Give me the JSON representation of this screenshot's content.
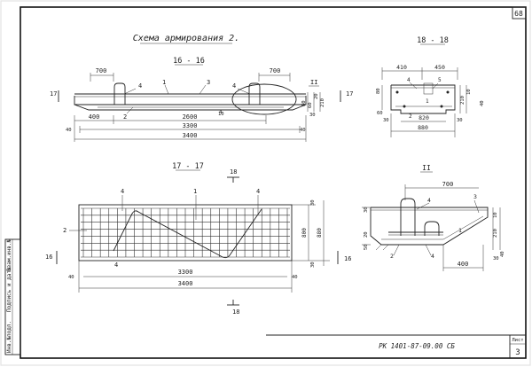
{
  "sheet": {
    "number": "68",
    "doc_code": "РК 1401-87-09.00 СБ",
    "sheet_label": "Лист",
    "sheet_value": "3",
    "side_stamp": [
      "Инв.№подл.",
      "Подпись и дата",
      "Взам.инв.№"
    ]
  },
  "views": {
    "main_title": "Схема армирования 2.",
    "sec_16": "16 - 16",
    "sec_18": "18 - 18",
    "sec_17": "17 - 17",
    "det_II": "II",
    "cut_16": "16",
    "cut_17": "17",
    "cut_18": "18"
  },
  "dims16": {
    "d700a": "700",
    "d700b": "700",
    "d400": "400",
    "d2600": "2600",
    "d3300": "3300",
    "d3400": "3400",
    "d40a": "40",
    "d40b": "40",
    "d10": "10",
    "d80": "80",
    "d60": "60",
    "d20": "20",
    "d30": "30",
    "d210": "210",
    "p1": "1",
    "p2": "2",
    "p3": "3",
    "p4a": "4",
    "p4b": "4",
    "p4c": "4"
  },
  "dims18": {
    "d410": "410",
    "d450": "450",
    "d80": "80",
    "d820": "820",
    "d880": "880",
    "d30a": "30",
    "d30b": "30",
    "d210": "210",
    "d10": "10",
    "d40": "40",
    "d60": "60",
    "p2": "2",
    "p4": "4",
    "p5": "5",
    "p1": "1"
  },
  "dims17": {
    "d3300": "3300",
    "d3400": "3400",
    "d40a": "40",
    "d40b": "40",
    "d800": "800",
    "d880": "880",
    "d30a": "30",
    "d30b": "30",
    "p1": "1",
    "p2": "2",
    "p4a": "4",
    "p4b": "4",
    "p4c": "4"
  },
  "detII": {
    "d700": "700",
    "d400": "400",
    "d30a": "30",
    "d30b": "30",
    "d10": "10",
    "d210": "210",
    "d50": "50",
    "d20": "20",
    "d40": "40",
    "p1": "1",
    "p3": "3",
    "p4a": "4",
    "p4b": "4",
    "p2": "2"
  }
}
